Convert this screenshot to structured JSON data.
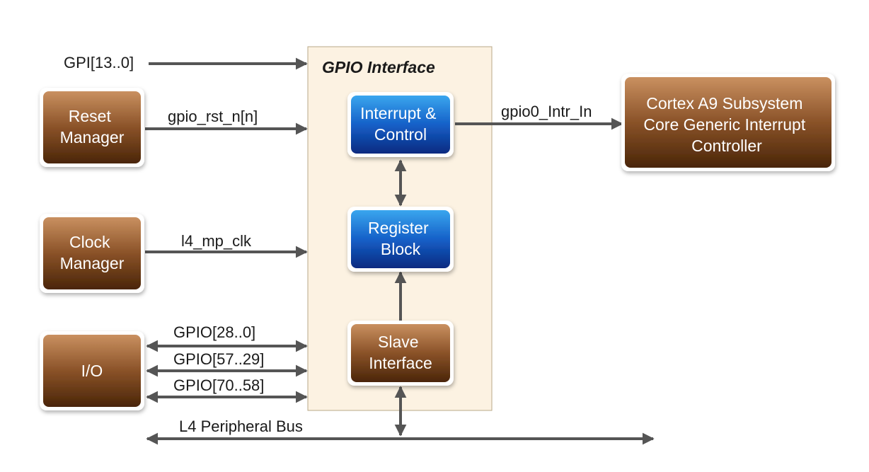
{
  "gpio_interface": {
    "title": "GPIO Interface",
    "blocks": {
      "interrupt_control": [
        "Interrupt &",
        "Control"
      ],
      "register_block": [
        "Register",
        "Block"
      ],
      "slave_interface": [
        "Slave",
        "Interface"
      ]
    }
  },
  "external_blocks": {
    "reset_manager": [
      "Reset",
      "Manager"
    ],
    "clock_manager": [
      "Clock",
      "Manager"
    ],
    "io": [
      "I/O"
    ],
    "interrupt_controller": [
      "Cortex A9 Subsystem",
      "Core Generic Interrupt",
      "Controller"
    ]
  },
  "signals": {
    "gpi": "GPI[13..0]",
    "gpio_rst": "gpio_rst_n[n]",
    "l4_mp_clk": "l4_mp_clk",
    "gpio_low": "GPIO[28..0]",
    "gpio_mid": "GPIO[57..29]",
    "gpio_high": "GPIO[70..58]",
    "gpio0_intr": "gpio0_Intr_In",
    "l4_bus": "L4 Peripheral Bus"
  },
  "colors": {
    "brown_top": "#c48a55",
    "brown_bottom": "#4a2508",
    "blue_top": "#3a9fe8",
    "blue_bottom": "#0a2f8a",
    "gpio_panel": "#fcf2e2",
    "arrow": "#555555"
  }
}
